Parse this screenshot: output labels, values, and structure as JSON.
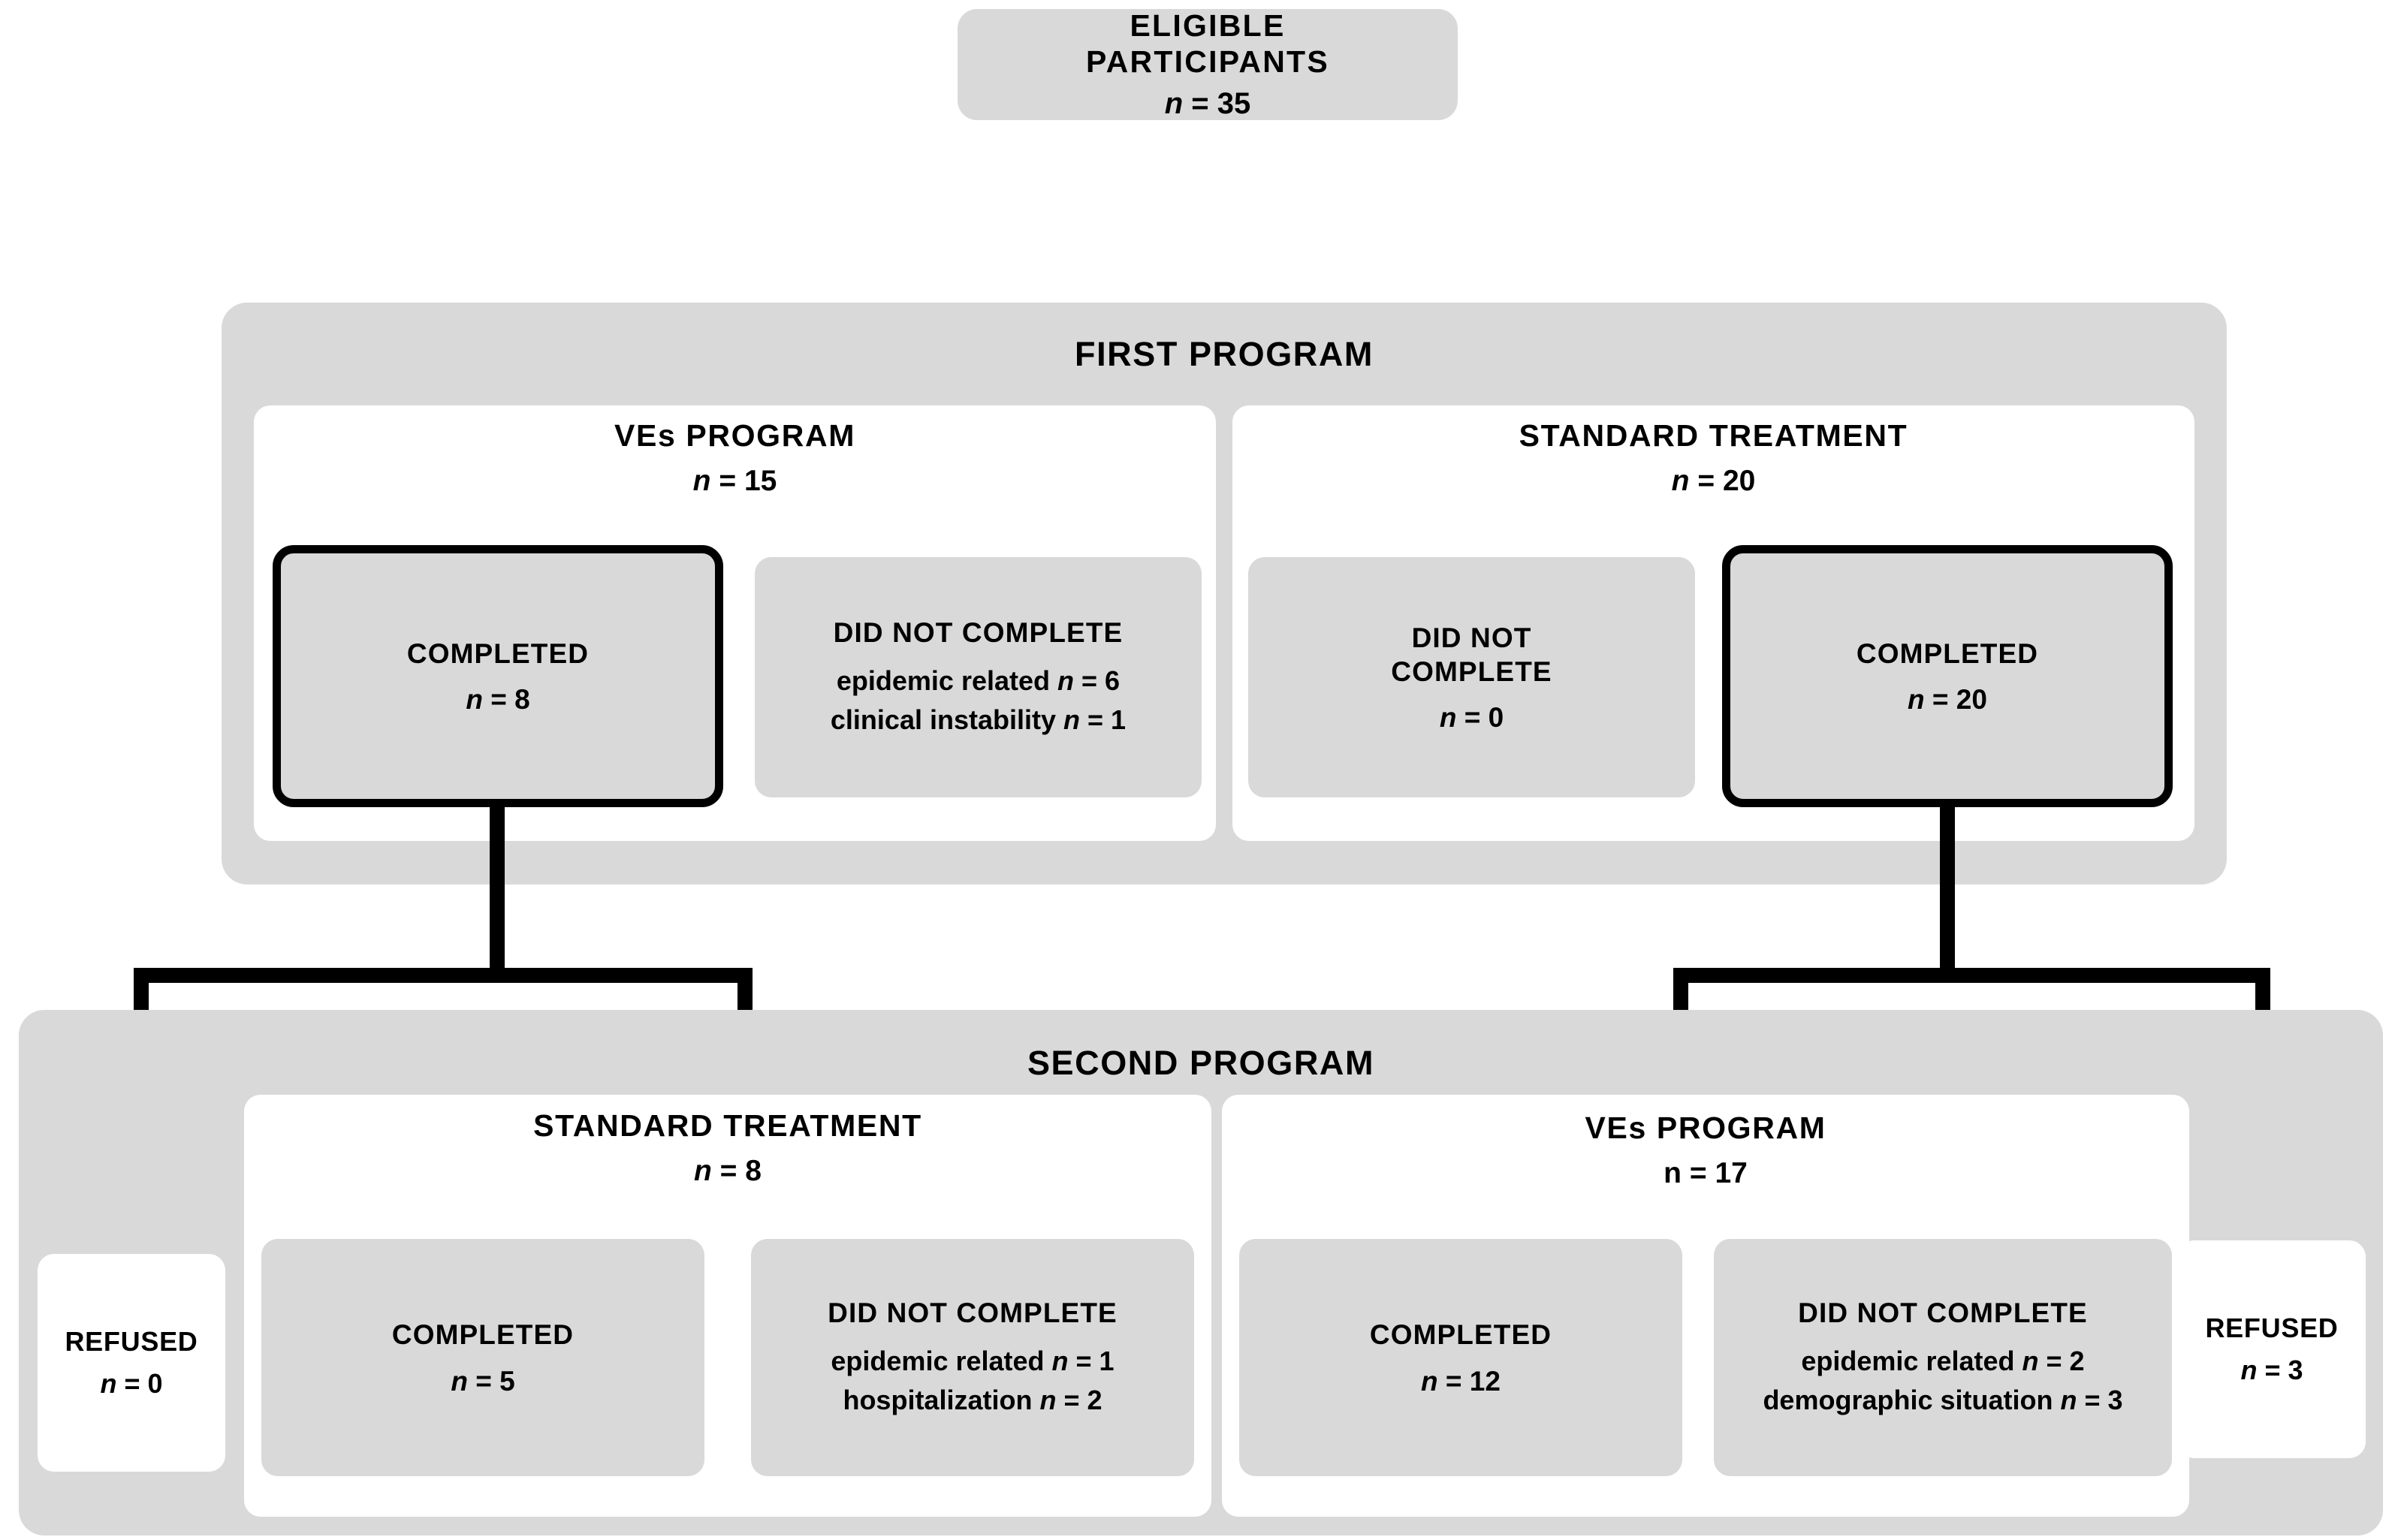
{
  "diagram": {
    "title_top": "ELIGIBLE PARTICIPANTS",
    "eligible": {
      "line1": "ELIGIBLE",
      "line2": "PARTICIPANTS",
      "n_label": "n",
      "n_value": "= 35"
    },
    "first_program": {
      "band_title": "FIRST PROGRAM",
      "left_panel": {
        "title": "VEs PROGRAM",
        "n_label": "n",
        "n_value": "= 15",
        "completed": {
          "title": "COMPLETED",
          "n_label": "n",
          "n_value": "= 8"
        },
        "did_not_complete": {
          "title": "DID NOT COMPLETE",
          "reasons": [
            {
              "text": "epidemic related ",
              "n_label": "n",
              "n_value": " = 6"
            },
            {
              "text": "clinical instability ",
              "n_label": "n",
              "n_value": " = 1"
            }
          ]
        }
      },
      "right_panel": {
        "title": "STANDARD TREATMENT",
        "n_label": "n",
        "n_value": "= 20",
        "did_not_complete": {
          "title_line1": "DID NOT",
          "title_line2": "COMPLETE",
          "n_label": "n",
          "n_value": "= 0"
        },
        "completed": {
          "title": "COMPLETED",
          "n_label": "n",
          "n_value": "= 20"
        }
      }
    },
    "second_program": {
      "band_title": "SECOND PROGRAM",
      "refused_left": {
        "title": "REFUSED",
        "n_label": "n",
        "n_value": "= 0"
      },
      "refused_right": {
        "title": "REFUSED",
        "n_label": "n",
        "n_value": "= 3"
      },
      "left_panel": {
        "title": "STANDARD TREATMENT",
        "n_label": "n",
        "n_value": "= 8",
        "completed": {
          "title": "COMPLETED",
          "n_label": "n",
          "n_value": "= 5"
        },
        "did_not_complete": {
          "title": "DID NOT COMPLETE",
          "reasons": [
            {
              "text": "epidemic related ",
              "n_label": "n",
              "n_value": " = 1"
            },
            {
              "text": "hospitalization ",
              "n_label": "n",
              "n_value": " = 2"
            }
          ]
        }
      },
      "right_panel": {
        "title": "VEs PROGRAM",
        "n_label": "n",
        "n_value": "= 17",
        "completed": {
          "title": "COMPLETED",
          "n_label": "n",
          "n_value": "= 12"
        },
        "did_not_complete": {
          "title": "DID NOT COMPLETE",
          "reasons": [
            {
              "text": "epidemic related ",
              "n_label": "n",
              "n_value": " = 2"
            },
            {
              "text": "demographic situation ",
              "n_label": "n",
              "n_value": " = 3"
            }
          ]
        }
      }
    },
    "colors": {
      "band_gray": "#d9d9d9",
      "box_gray": "#d9d9d9",
      "panel_white": "#ffffff",
      "stroke_black": "#000000"
    }
  }
}
